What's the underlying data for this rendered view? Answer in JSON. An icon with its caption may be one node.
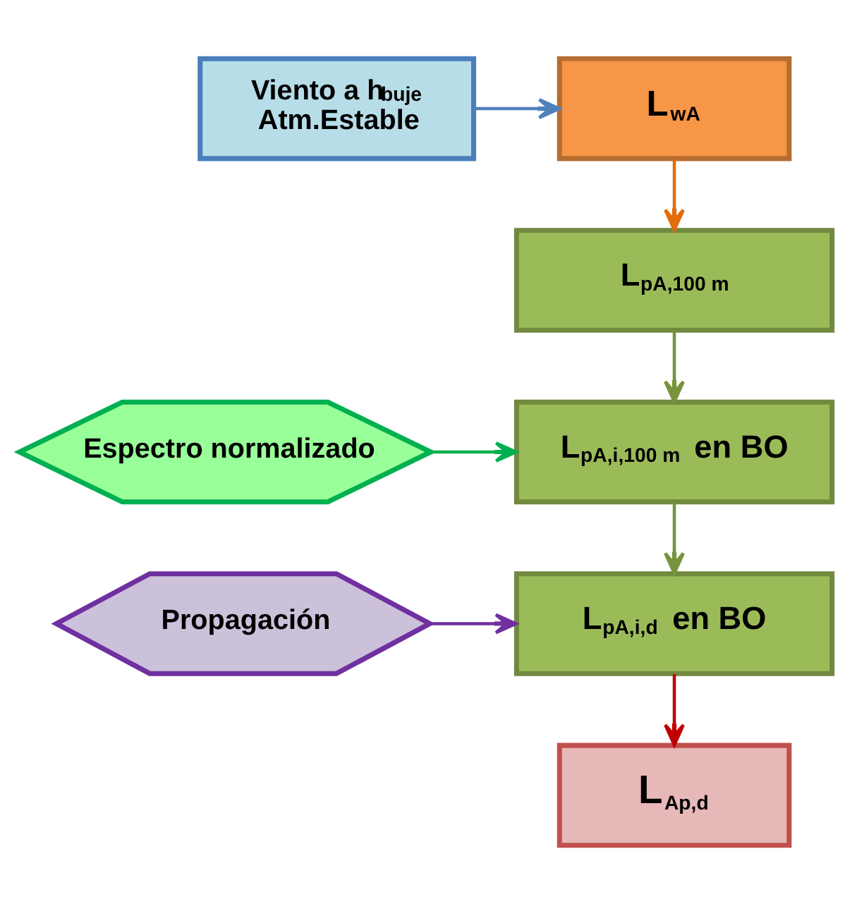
{
  "diagram": {
    "nodes": [
      {
        "text": [
          "Viento a h$_{buje}$ Atm.Estable"
        ]
      },
      {
        "text": [
          "L$_{wA}$"
        ]
      },
      {
        "text": [
          "L$_{pA,100 m}$"
        ]
      },
      {
        "text": [
          "Espectro normalizado"
        ]
      },
      {
        "text": [
          "L$_{pA,i,100 m}$ en BO"
        ]
      },
      {
        "text": [
          "Propagación"
        ]
      },
      {
        "text": [
          "L$_{pA,i,d}$ en BO"
        ]
      },
      {
        "text": [
          "L$_{Ap,d}$"
        ]
      }
    ],
    "edges": [
      {
        "from": 0,
        "to": 1,
        "arrow": "to",
        "color": "#4f81bd"
      },
      {
        "from": 1,
        "to": 2,
        "arrow": "to",
        "color": "#e46c0a"
      },
      {
        "from": 2,
        "to": 4,
        "arrow": "to",
        "color": "#77933c"
      },
      {
        "from": 3,
        "to": 4,
        "arrow": "to",
        "color": "#00b050"
      },
      {
        "from": 4,
        "to": 6,
        "arrow": "to",
        "color": "#77933c"
      },
      {
        "from": 5,
        "to": 6,
        "arrow": "to",
        "color": "#7030a0"
      },
      {
        "from": 6,
        "to": 7,
        "arrow": "to",
        "color": "#c00000"
      }
    ]
  }
}
